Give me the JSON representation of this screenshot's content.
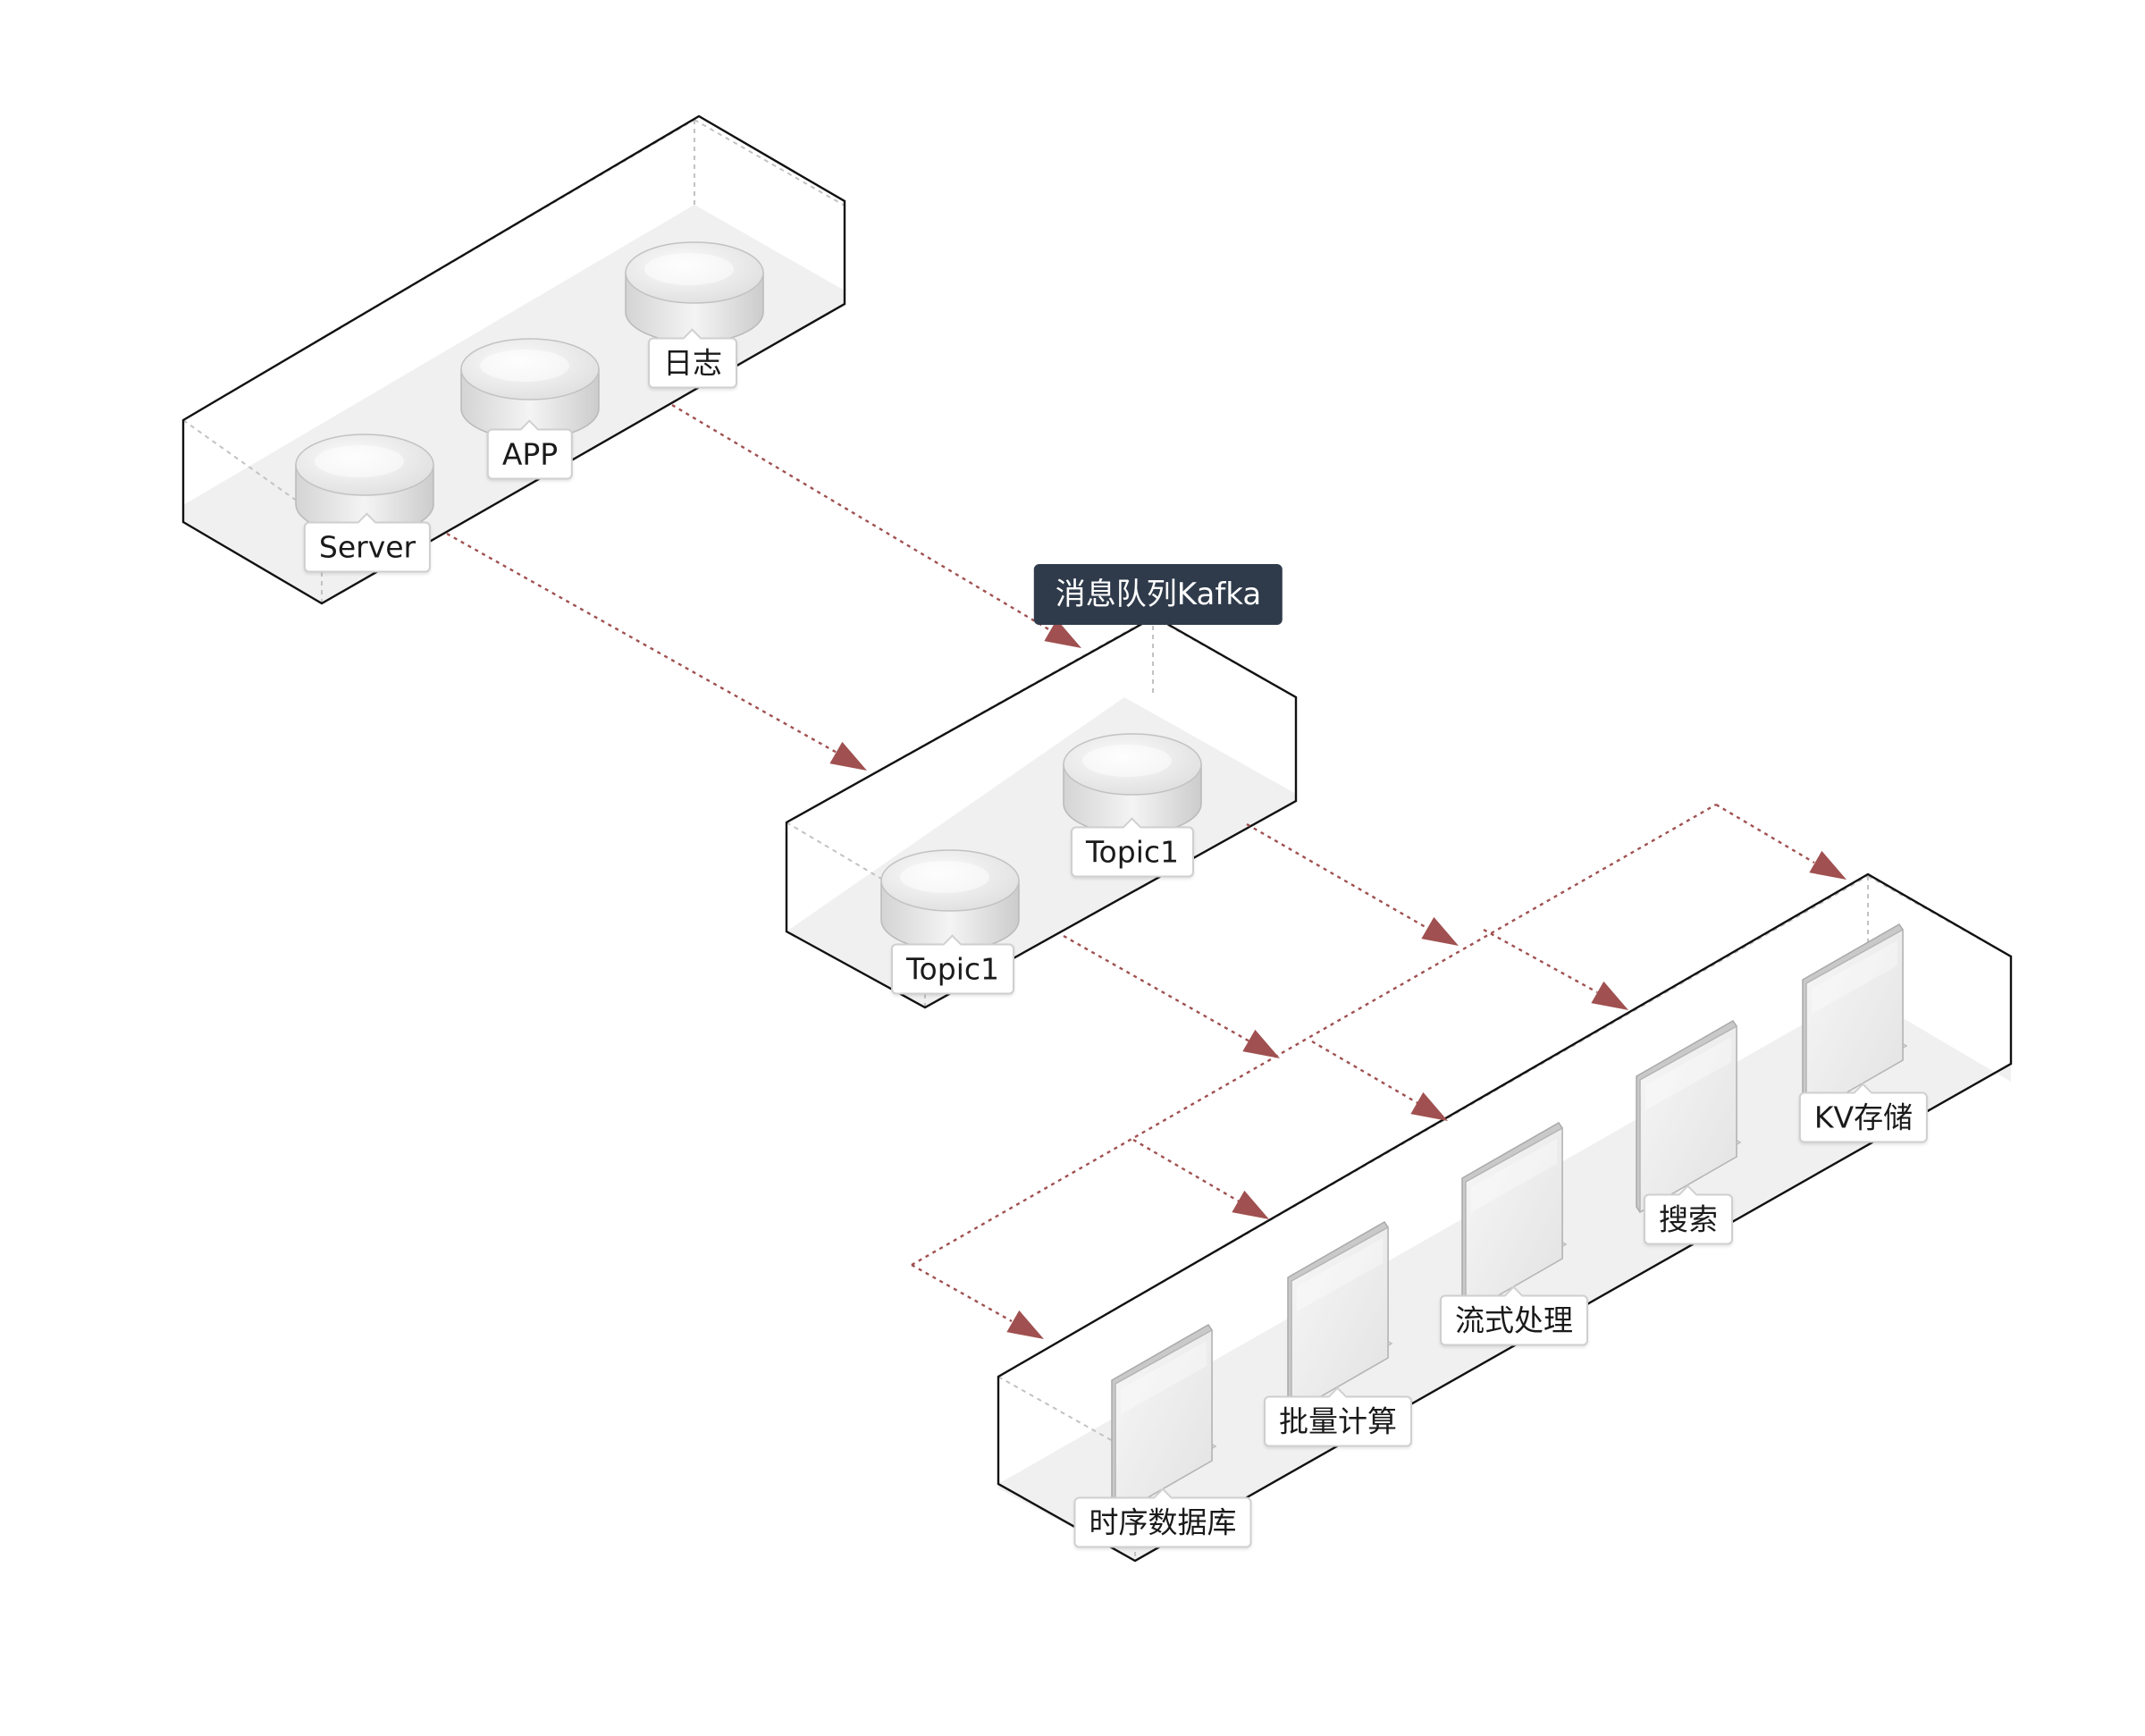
{
  "kafka_title": "消息队列Kafka",
  "sources": {
    "server": "Server",
    "app": "APP",
    "log": "日志"
  },
  "topics": {
    "topic_a": "Topic1",
    "topic_b": "Topic1"
  },
  "consumers": {
    "tsdb": "时序数据库",
    "batch": "批量计算",
    "stream": "流式处理",
    "search": "搜索",
    "kv": "KV存储"
  },
  "colors": {
    "arrow": "#a05050",
    "title_bg": "#2f3b4b",
    "box_stroke": "#111111",
    "floor": "#f0f0f0"
  }
}
